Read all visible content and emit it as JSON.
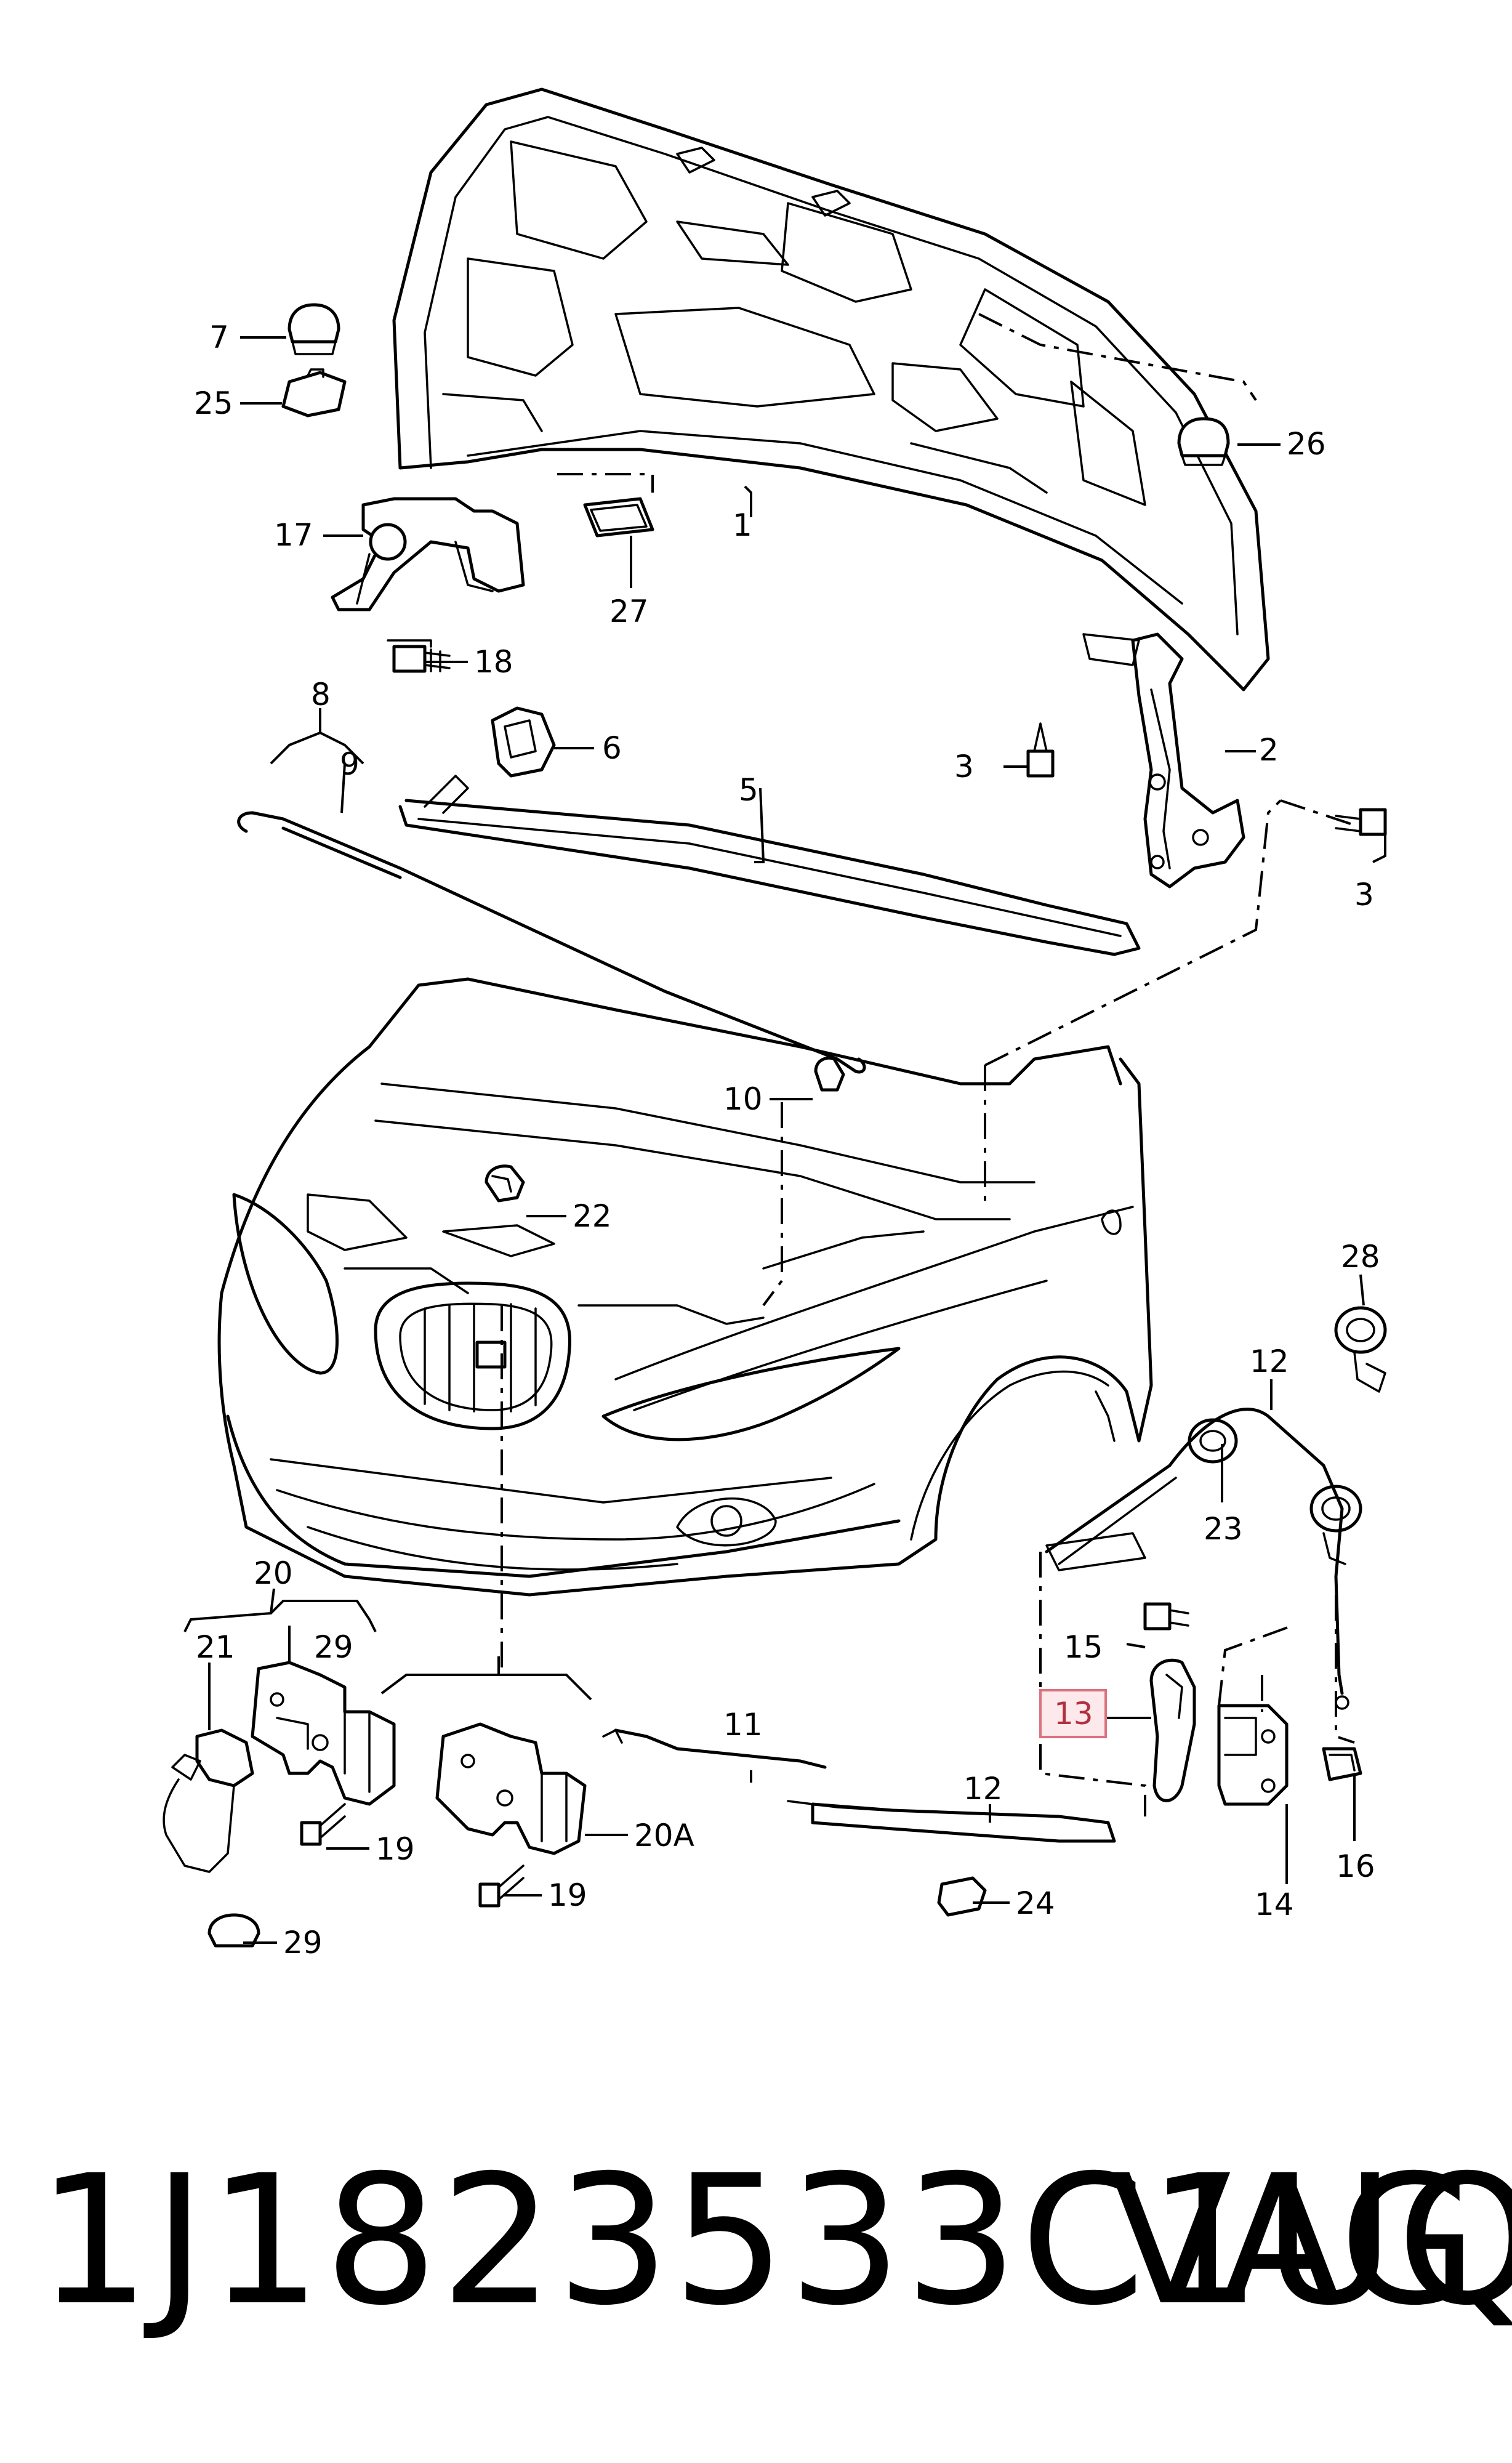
{
  "diagram": {
    "callouts": {
      "c1": "1",
      "c2": "2",
      "c3a": "3",
      "c3b": "3",
      "c5": "5",
      "c6": "6",
      "c7": "7",
      "c8": "8",
      "c9": "9",
      "c10": "10",
      "c11": "11",
      "c12a": "12",
      "c12b": "12",
      "c13": "13",
      "c14": "14",
      "c15": "15",
      "c16": "16",
      "c17": "17",
      "c18": "18",
      "c19a": "19",
      "c19b": "19",
      "c20": "20",
      "c20a": "20A",
      "c21": "21",
      "c22": "22",
      "c23": "23",
      "c24": "24",
      "c25": "25",
      "c26": "26",
      "c27": "27",
      "c28": "28",
      "c29a": "29",
      "c29b": "29"
    },
    "highlighted_callout": "13",
    "highlight_color": "#d9737f"
  },
  "footer": {
    "part_number": "1J1823533C1UQ",
    "brand": "VAG"
  }
}
